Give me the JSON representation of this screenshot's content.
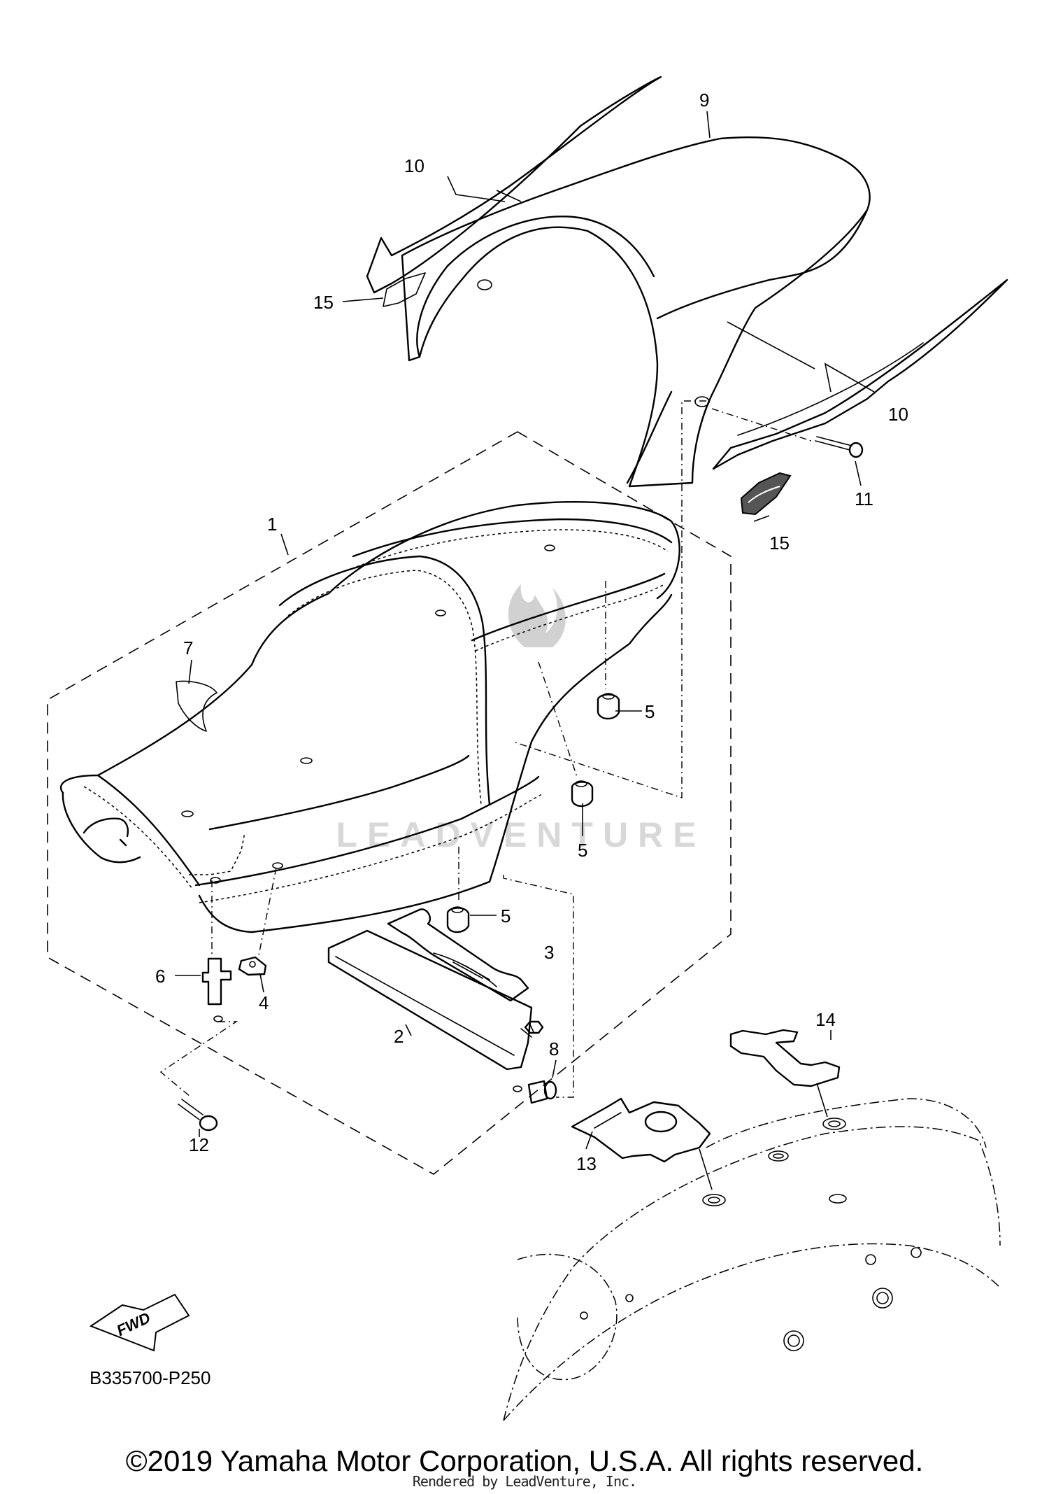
{
  "diagram": {
    "diagram_code": "B335700-P250",
    "forward_marker_text": "FWD",
    "watermark_text": "LEADVENTURE",
    "callouts": [
      {
        "id": "callout-1",
        "label": "1"
      },
      {
        "id": "callout-2",
        "label": "2"
      },
      {
        "id": "callout-3",
        "label": "3"
      },
      {
        "id": "callout-4",
        "label": "4"
      },
      {
        "id": "callout-5a",
        "label": "5"
      },
      {
        "id": "callout-5b",
        "label": "5"
      },
      {
        "id": "callout-5c",
        "label": "5"
      },
      {
        "id": "callout-6",
        "label": "6"
      },
      {
        "id": "callout-7",
        "label": "7"
      },
      {
        "id": "callout-8",
        "label": "8"
      },
      {
        "id": "callout-9",
        "label": "9"
      },
      {
        "id": "callout-10a",
        "label": "10"
      },
      {
        "id": "callout-10b",
        "label": "10"
      },
      {
        "id": "callout-11",
        "label": "11"
      },
      {
        "id": "callout-12",
        "label": "12"
      },
      {
        "id": "callout-13",
        "label": "13"
      },
      {
        "id": "callout-14",
        "label": "14"
      },
      {
        "id": "callout-15a",
        "label": "15"
      },
      {
        "id": "callout-15b",
        "label": "15"
      }
    ]
  },
  "footer": {
    "copyright": "©2019 Yamaha Motor Corporation, U.S.A. All rights reserved.",
    "rendered_by": "Rendered by LeadVenture, Inc."
  }
}
